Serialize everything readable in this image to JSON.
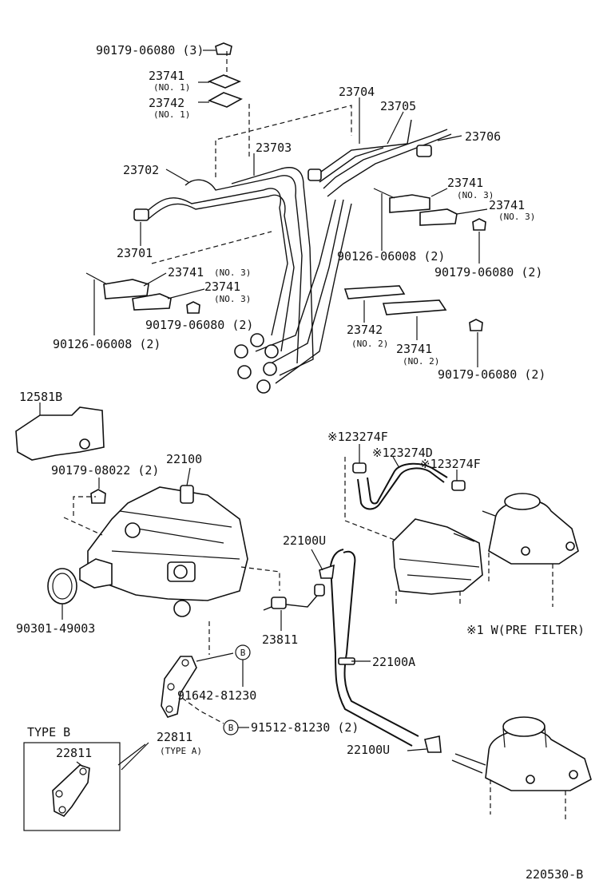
{
  "footer_code": "220530-B",
  "callout_letter": "B",
  "type_b_title": "TYPE B",
  "labels": {
    "p90179_06080_3": "90179-06080 (3)",
    "p23741_a": "23741",
    "p23741_a_sub": "(NO. 1)",
    "p23742_a": "23742",
    "p23742_a_sub": "(NO. 1)",
    "p23704": "23704",
    "p23705": "23705",
    "p23706": "23706",
    "p23703": "23703",
    "p23702": "23702",
    "p23741_b": "23741",
    "p23741_b_sub": "(NO. 3)",
    "p23741_c": "23741",
    "p23741_c_sub": "(NO. 3)",
    "p90179_06080_2a": "90179-06080 (2)",
    "p90126_06008_2a": "90126-06008 (2)",
    "p23701": "23701",
    "p23741_d": "23741",
    "p23741_d_sub": "(NO. 3)",
    "p23741_e": "23741",
    "p23741_e_sub": "(NO. 3)",
    "p90179_06080_2b": "90179-06080 (2)",
    "p90126_06008_2b": "90126-06008 (2)",
    "p23742_b": "23742",
    "p23742_b_sub": "(NO. 2)",
    "p23741_f": "23741",
    "p23741_f_sub": "(NO. 2)",
    "p90179_06080_2c": "90179-06080 (2)",
    "p12581b": "12581B",
    "p90179_08022_2": "90179-08022 (2)",
    "p22100": "22100",
    "p123274f_a": "※123274F",
    "p123274d": "※123274D",
    "p123274f_b": "※123274F",
    "p22100u_a": "22100U",
    "p90301_49003": "90301-49003",
    "p23811": "23811",
    "p1w_prefilter": "※1 W(PRE FILTER)",
    "p22100a": "22100A",
    "p91642_81230": "91642-81230",
    "p91512_81230_2": "91512-81230 (2)",
    "p22811_a": "22811",
    "p22811_a_sub": "(TYPE A)",
    "p22811_b": "22811",
    "p22100u_b": "22100U"
  }
}
